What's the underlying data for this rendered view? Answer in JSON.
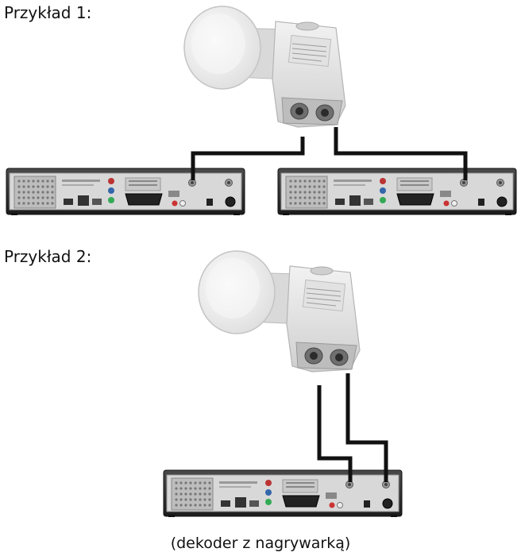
{
  "examples": [
    {
      "label": "Przykład 1:"
    },
    {
      "label": "Przykład 2:"
    }
  ],
  "caption": "(dekoder z nagrywarką)",
  "colors": {
    "lnb_body": "#ededed",
    "lnb_shade": "#c9c9c9",
    "receiver_body": "#2e2e2e",
    "receiver_panel": "#e6e6e6",
    "cable": "#111111"
  }
}
